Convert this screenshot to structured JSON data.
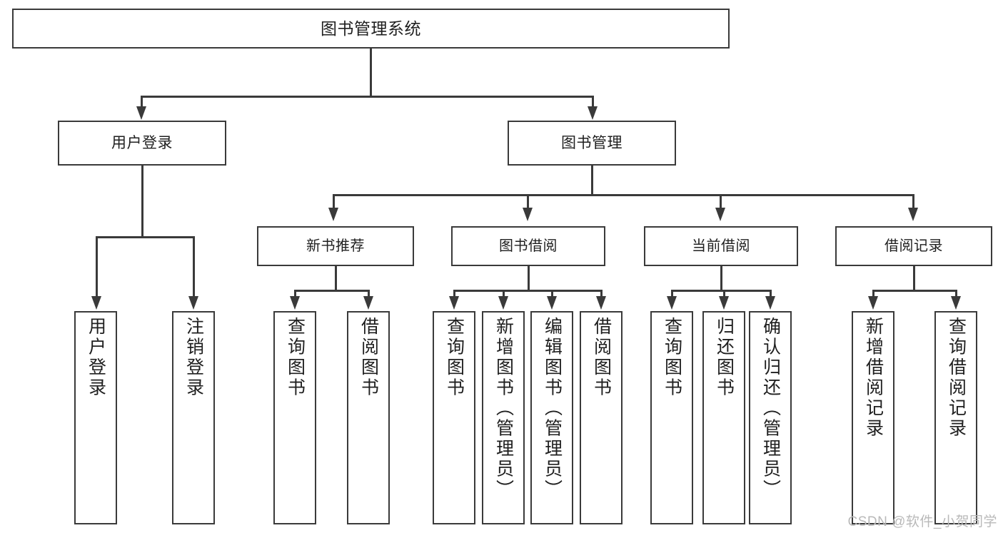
{
  "diagram": {
    "title": "图书管理系统",
    "type": "tree-hierarchy",
    "root": {
      "label": "图书管理系统"
    },
    "level2": [
      {
        "label": "用户登录"
      },
      {
        "label": "图书管理"
      }
    ],
    "level3": [
      {
        "label": "新书推荐"
      },
      {
        "label": "图书借阅"
      },
      {
        "label": "当前借阅"
      },
      {
        "label": "借阅记录"
      }
    ],
    "leaves": {
      "user_login": [
        {
          "label": "用户登录"
        },
        {
          "label": "注销登录"
        }
      ],
      "new_book_recommend": [
        {
          "label": "查询图书"
        },
        {
          "label": "借阅图书"
        }
      ],
      "book_borrow": [
        {
          "label": "查询图书"
        },
        {
          "label": "新增图书（管理员）"
        },
        {
          "label": "编辑图书（管理员）"
        },
        {
          "label": "借阅图书"
        }
      ],
      "current_borrow": [
        {
          "label": "查询图书"
        },
        {
          "label": "归还图书"
        },
        {
          "label": "确认归还（管理员）"
        }
      ],
      "borrow_record": [
        {
          "label": "新增借阅记录"
        },
        {
          "label": "查询借阅记录"
        }
      ]
    }
  },
  "watermark": {
    "text": "CSDN @软件_小贺同学"
  },
  "colors": {
    "stroke": "#3a3a3a",
    "fill": "#ffffff",
    "text": "#1f1f1f",
    "watermark": "#b9b9b9"
  }
}
